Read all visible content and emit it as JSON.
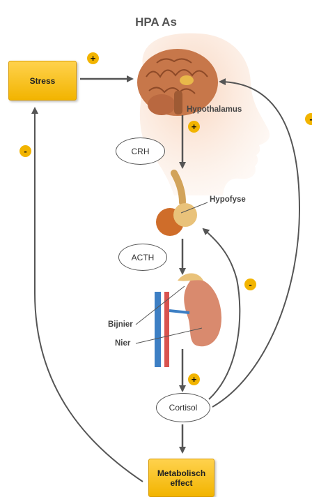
{
  "title": "HPA As",
  "nodes": {
    "stress": "Stress",
    "metabolic": "Metabolisch\neffect",
    "crh": "CRH",
    "acth": "ACTH",
    "cortisol": "Cortisol"
  },
  "labels": {
    "hypothalamus": "Hypothalamus",
    "hypofyse": "Hypofyse",
    "bijnier": "Bijnier",
    "nier": "Nier"
  },
  "signs": {
    "stress_to_brain": "+",
    "hypothalamus_down": "+",
    "cortisol_up": "+",
    "metabolic_to_stress": "-",
    "cortisol_to_hypofyse": "-",
    "cortisol_to_brain": "-"
  },
  "colors": {
    "accent": "#f2b400",
    "arrow": "#555555",
    "brain": "#c7774a",
    "skin": "#f6cbb0",
    "kidney": "#d98a6e",
    "vein": "#3d7fc4",
    "artery": "#d9534f"
  }
}
